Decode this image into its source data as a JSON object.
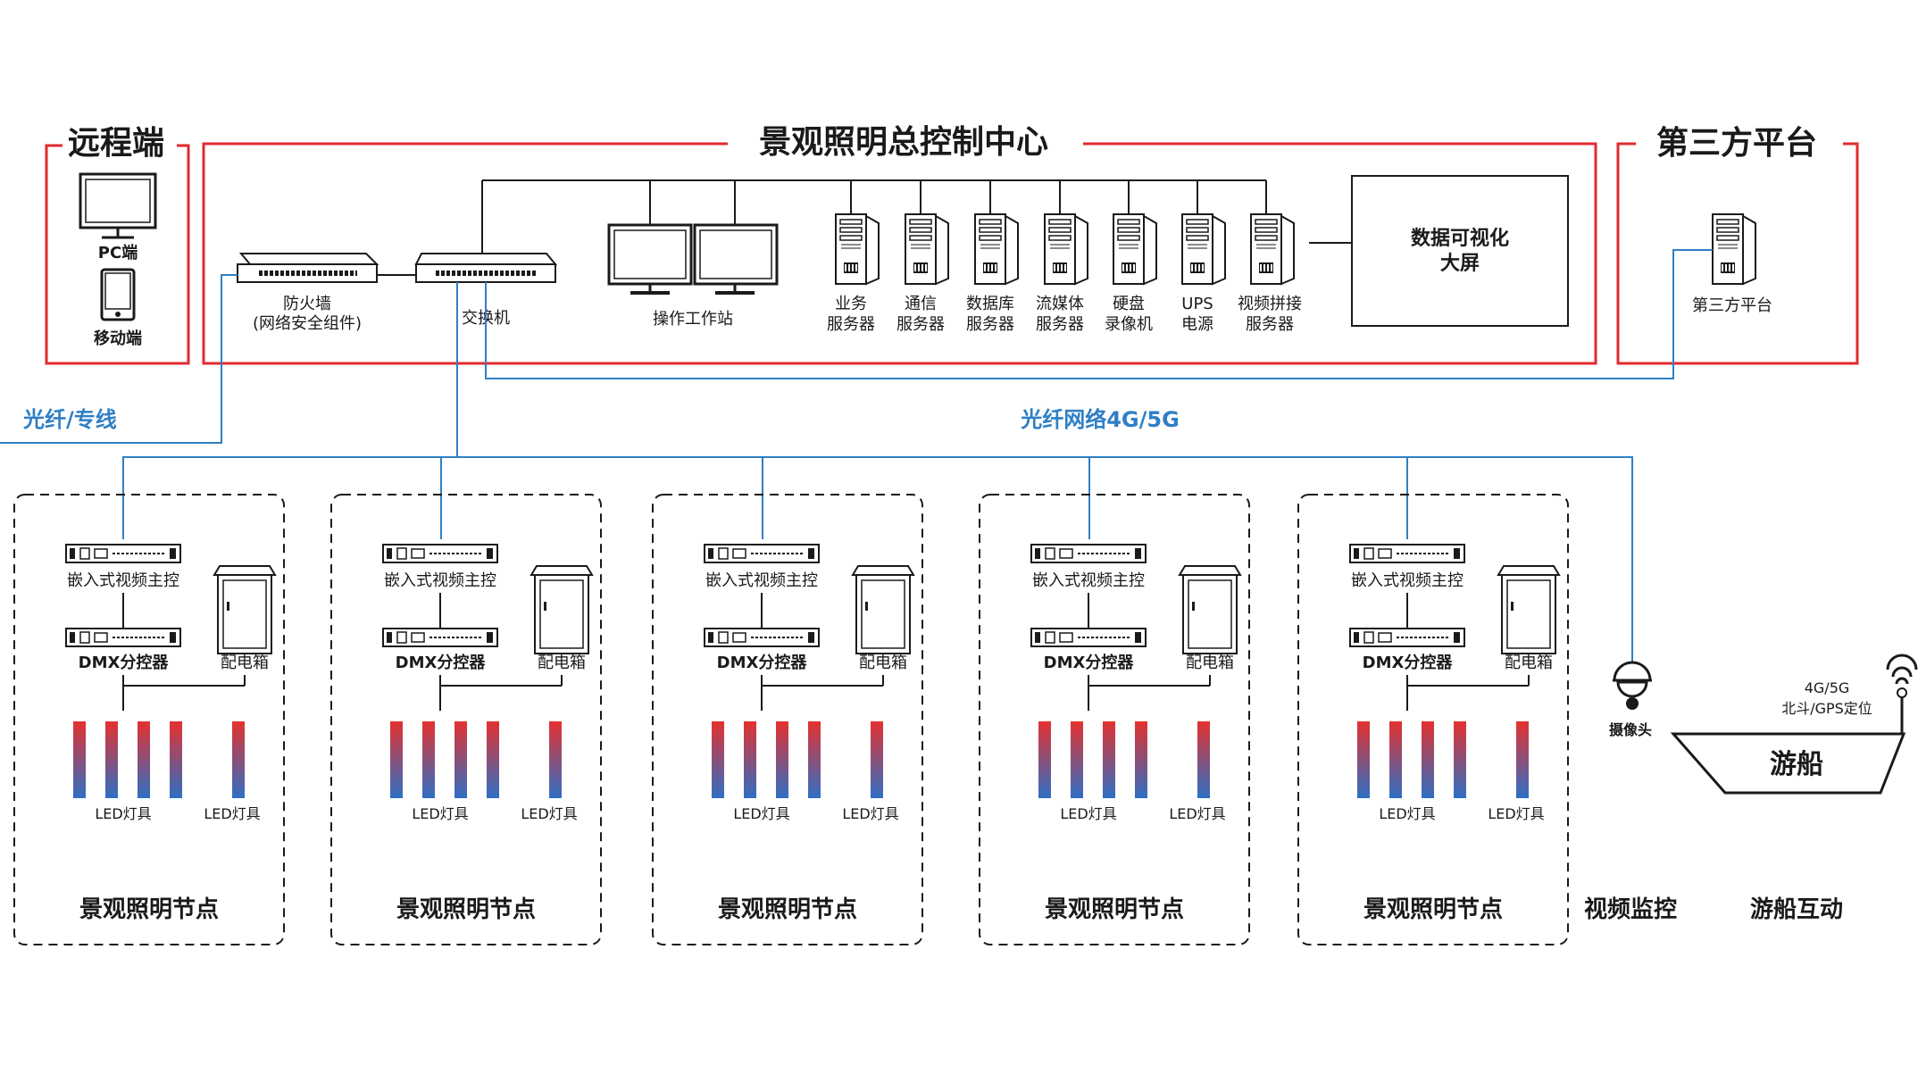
{
  "colors": {
    "red": "#e02a2f",
    "blue": "#2f7fc4",
    "black": "#1a1a1a",
    "led_top": "#e4312f",
    "led_bottom": "#2f6fc4"
  },
  "remote": {
    "title": "远程端",
    "pc_label": "PC端",
    "mobile_label": "移动端"
  },
  "center": {
    "title": "景观照明总控制中心",
    "firewall_line1": "防火墙",
    "firewall_line2": "(网络安全组件)",
    "switch_label": "交换机",
    "workstation_label": "操作工作站",
    "servers": [
      {
        "line1": "业务",
        "line2": "服务器"
      },
      {
        "line1": "通信",
        "line2": "服务器"
      },
      {
        "line1": "数据库",
        "line2": "服务器"
      },
      {
        "line1": "流媒体",
        "line2": "服务器"
      },
      {
        "line1": "硬盘",
        "line2": "录像机"
      },
      {
        "line1": "UPS",
        "line2": "电源"
      },
      {
        "line1": "视频拼接",
        "line2": "服务器"
      }
    ],
    "screen_line1": "数据可视化",
    "screen_line2": "大屏"
  },
  "third_party": {
    "title": "第三方平台",
    "server_label": "第三方平台"
  },
  "links": {
    "fiber_dedicated": "光纤/专线",
    "fiber_network": "光纤网络4G/5G"
  },
  "nodes": [
    {
      "video_ctrl": "嵌入式视频主控",
      "dmx": "DMX分控器",
      "cabinet": "配电箱",
      "led_group": "LED灯具",
      "led_single": "LED灯具",
      "title": "景观照明节点"
    },
    {
      "video_ctrl": "嵌入式视频主控",
      "dmx": "DMX分控器",
      "cabinet": "配电箱",
      "led_group": "LED灯具",
      "led_single": "LED灯具",
      "title": "景观照明节点"
    },
    {
      "video_ctrl": "嵌入式视频主控",
      "dmx": "DMX分控器",
      "cabinet": "配电箱",
      "led_group": "LED灯具",
      "led_single": "LED灯具",
      "title": "景观照明节点"
    },
    {
      "video_ctrl": "嵌入式视频主控",
      "dmx": "DMX分控器",
      "cabinet": "配电箱",
      "led_group": "LED灯具",
      "led_single": "LED灯具",
      "title": "景观照明节点"
    },
    {
      "video_ctrl": "嵌入式视频主控",
      "dmx": "DMX分控器",
      "cabinet": "配电箱",
      "led_group": "LED灯具",
      "led_single": "LED灯具",
      "title": "景观照明节点"
    }
  ],
  "camera": {
    "label": "摄像头",
    "title": "视频监控"
  },
  "boat": {
    "line1": "4G/5G",
    "line2": "北斗/GPS定位",
    "label": "游船",
    "title": "游船互动"
  }
}
